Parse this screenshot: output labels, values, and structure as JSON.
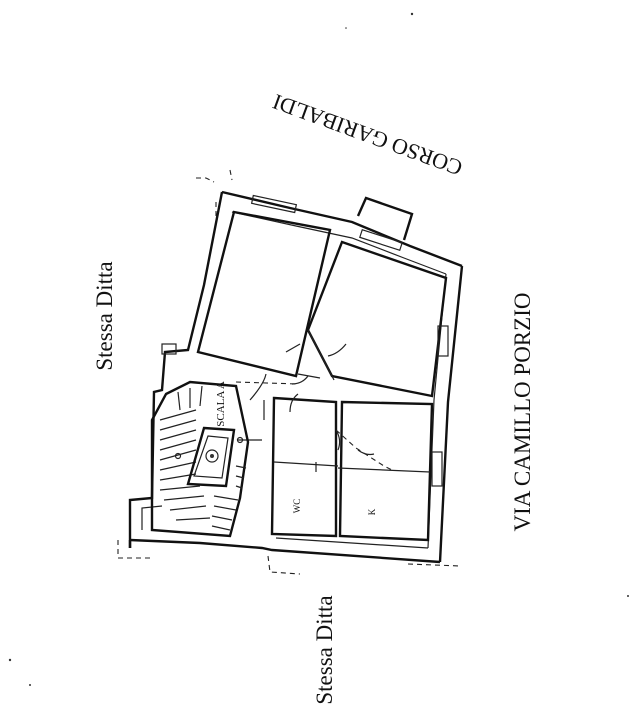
{
  "street_labels": {
    "north": "CORSO GARIBALDI",
    "east": "VIA CAMILLO PORZIO",
    "west": "Stessa Ditta",
    "south": "Stessa Ditta"
  },
  "room_labels": {
    "stair": "SCALA A",
    "wc": "WC",
    "kitchen": "K"
  }
}
